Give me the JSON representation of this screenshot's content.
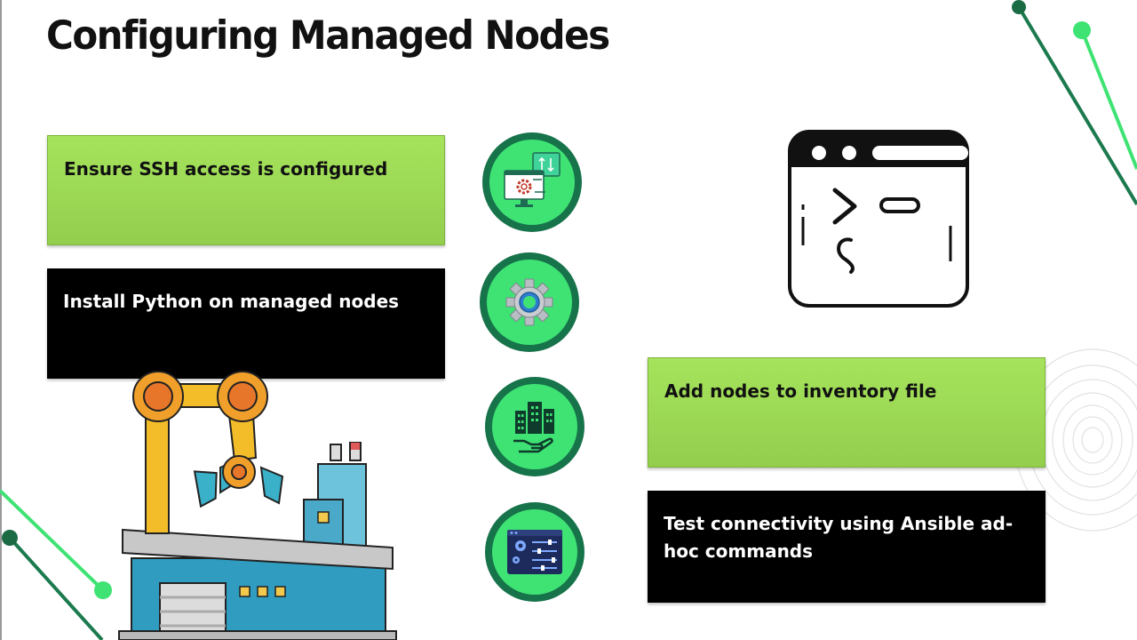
{
  "slide": {
    "title": "Configuring Managed Nodes",
    "steps": [
      {
        "label": "Ensure SSH access is configured",
        "style": "green"
      },
      {
        "label": "Install Python on managed nodes",
        "style": "black"
      },
      {
        "label": "Add nodes to inventory file",
        "style": "green"
      },
      {
        "label": "Test connectivity using Ansible ad-hoc commands",
        "style": "black"
      }
    ],
    "icons": [
      "remote-config-icon",
      "gear-icon",
      "buildings-hand-icon",
      "settings-panel-icon",
      "terminal-window-icon",
      "factory-robot-arm-illustration"
    ],
    "colors": {
      "green_box": "#9bd854",
      "black_box": "#000000",
      "circle_ring": "#16734a",
      "circle_fill": "#3fe374",
      "accent_line_dark": "#1b7a4e",
      "accent_line_light": "#3fe374"
    }
  }
}
